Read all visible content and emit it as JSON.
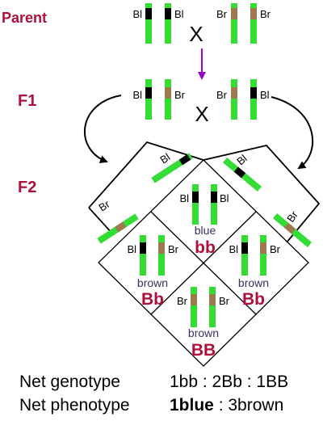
{
  "generations": {
    "parent": "Parent",
    "f1": "F1",
    "f2": "F2"
  },
  "alleles": {
    "blue": "Bl",
    "brown": "Br"
  },
  "cross_symbol": "X",
  "cells": {
    "top": {
      "phenotype": "blue",
      "genotype": "bb"
    },
    "left": {
      "phenotype": "brown",
      "genotype": "Bb"
    },
    "right": {
      "phenotype": "brown",
      "genotype": "Bb"
    },
    "bottom": {
      "phenotype": "brown",
      "genotype": "BB"
    }
  },
  "summary": {
    "genotype_label": "Net genotype",
    "genotype_value": "1bb : 2Bb : 1BB",
    "phenotype_label": "Net phenotype",
    "phenotype_blue": "1blue",
    "phenotype_sep": " : ",
    "phenotype_brown": "3brown"
  },
  "colors": {
    "chromosome": "#33dd33",
    "blue_allele": "#000000",
    "brown_allele": "#a07850",
    "label_red": "#b00f3c",
    "phenotype_text": "#333366",
    "arrow_purple": "#9900cc"
  }
}
